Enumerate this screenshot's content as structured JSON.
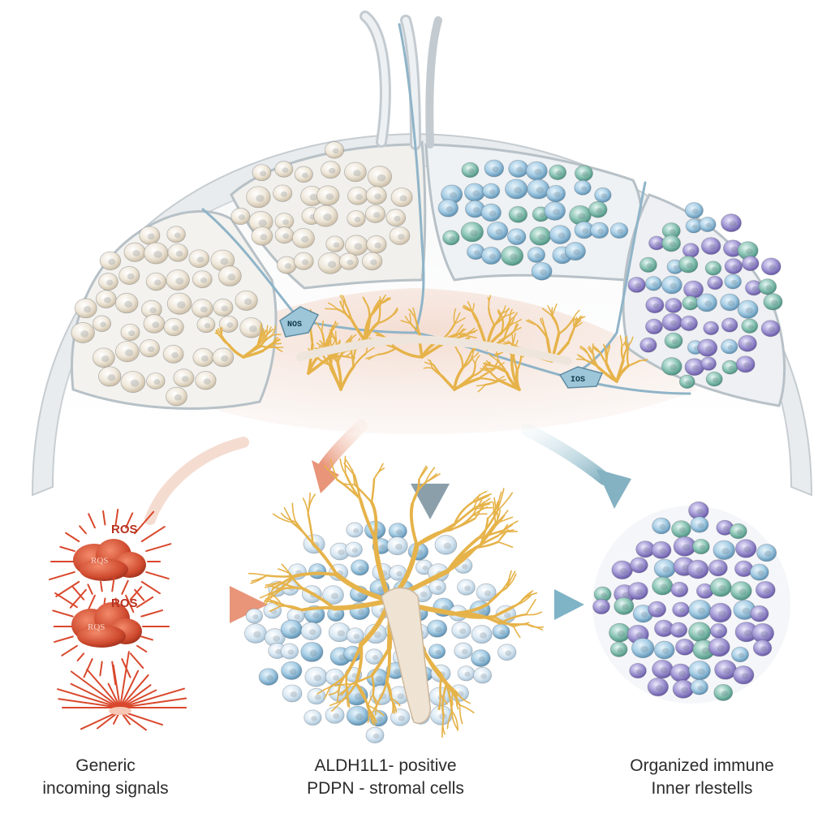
{
  "labels": {
    "ros_top": "ROS",
    "ros_top_inner": "RQS",
    "ros_mid": "ROS",
    "ros_mid_inner": "RQS",
    "left_tag": "NOS",
    "right_tag": "IOS"
  },
  "captions": {
    "left": {
      "line1": "Generic",
      "line2": "incoming signals"
    },
    "center": {
      "line1": "ALDH1L1- positive",
      "line2": "PDPN - stromal cells"
    },
    "right": {
      "line1": "Organized immune",
      "line2": "Inner rlestells"
    }
  },
  "colors": {
    "capsule": "#eef0f2",
    "capsule_edge": "#b9c2c8",
    "nerve": "#8fb4c8",
    "ivory_cell": "#f1ebdf",
    "blue_cell": "#a9cfe6",
    "purple_cell": "#a59bd6",
    "green_cell": "#8fc7b8",
    "stromal_gold": "#e8b54a",
    "ros_red": "#c8432d",
    "arrow_salmon": "#eaa58c",
    "arrow_slate": "#8fa3ad",
    "arrow_teal": "#8cbac9"
  }
}
